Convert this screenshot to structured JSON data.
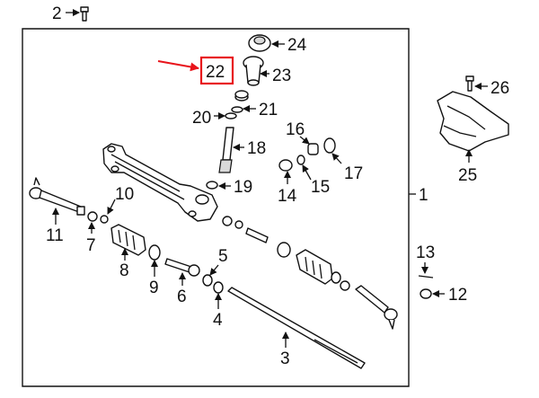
{
  "diagram": {
    "callouts": [
      {
        "id": "1",
        "text": "1"
      },
      {
        "id": "2",
        "text": "2"
      },
      {
        "id": "3",
        "text": "3"
      },
      {
        "id": "4",
        "text": "4"
      },
      {
        "id": "5",
        "text": "5"
      },
      {
        "id": "6",
        "text": "6"
      },
      {
        "id": "7",
        "text": "7"
      },
      {
        "id": "8",
        "text": "8"
      },
      {
        "id": "9",
        "text": "9"
      },
      {
        "id": "10",
        "text": "10"
      },
      {
        "id": "11",
        "text": "11"
      },
      {
        "id": "12",
        "text": "12"
      },
      {
        "id": "13",
        "text": "13"
      },
      {
        "id": "14",
        "text": "14"
      },
      {
        "id": "15",
        "text": "15"
      },
      {
        "id": "16",
        "text": "16"
      },
      {
        "id": "17",
        "text": "17"
      },
      {
        "id": "18",
        "text": "18"
      },
      {
        "id": "19",
        "text": "19"
      },
      {
        "id": "20",
        "text": "20"
      },
      {
        "id": "21",
        "text": "21"
      },
      {
        "id": "22",
        "text": "22"
      },
      {
        "id": "23",
        "text": "23"
      },
      {
        "id": "24",
        "text": "24"
      },
      {
        "id": "25",
        "text": "25"
      },
      {
        "id": "26",
        "text": "26"
      }
    ],
    "highlighted_part": "22",
    "highlight_color": "#e8141b"
  }
}
